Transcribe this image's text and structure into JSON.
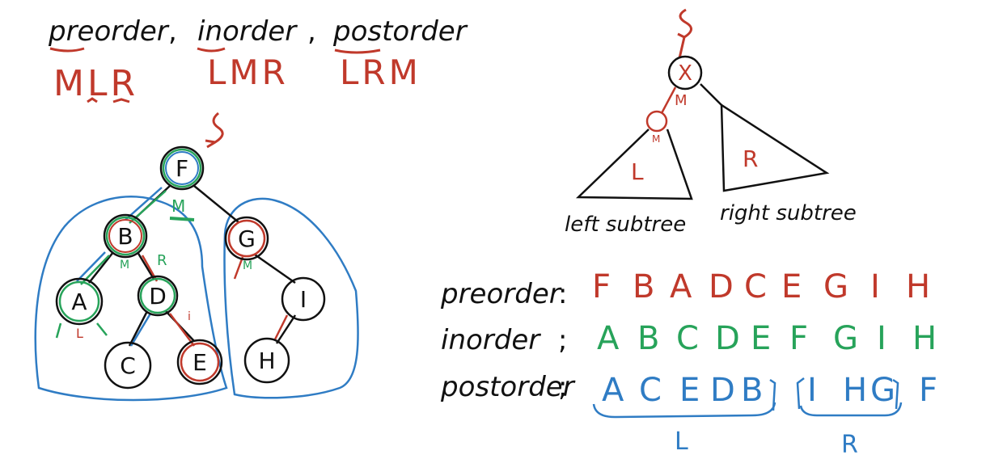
{
  "colors": {
    "ink": "#111111",
    "red": "#c0392b",
    "green": "#27a35a",
    "blue": "#2f7cc4"
  },
  "header": {
    "preorder_word": "preorder",
    "inorder_word": "inorder",
    "postorder_word": "postorder",
    "separator": ",",
    "preorder_pattern": "MLR",
    "inorder_pattern": "LMR",
    "postorder_pattern": "LRM"
  },
  "tree": {
    "nodes": {
      "F": "F",
      "B": "B",
      "G": "G",
      "A": "A",
      "D": "D",
      "I": "I",
      "C": "C",
      "E": "E",
      "H": "H"
    },
    "start_mark": "S",
    "m_label": "M",
    "r_label": "R",
    "l_label": "L",
    "small_m": "M",
    "small_i": "i"
  },
  "schema": {
    "root_label": "X",
    "start_mark": "S",
    "m_label": "M",
    "child_m_label": "M",
    "left_inner": "L",
    "right_inner": "R",
    "left_caption": "left subtree",
    "right_caption": "right subtree"
  },
  "sequences": {
    "preorder_label": "preorder",
    "inorder_label": "inorder",
    "postorder_label": "postorder",
    "preorder": [
      "F",
      "B",
      "A",
      "D",
      "C",
      "E",
      "G",
      "I",
      "H"
    ],
    "inorder": [
      "A",
      "B",
      "C",
      "D",
      "E",
      "F",
      "G",
      "I",
      "H"
    ],
    "postorder_left": [
      "A",
      "C",
      "E",
      "D",
      "B"
    ],
    "postorder_right": [
      "I",
      "H",
      "G"
    ],
    "postorder_root": "F",
    "left_brace_label": "L",
    "right_brace_label": "R"
  }
}
